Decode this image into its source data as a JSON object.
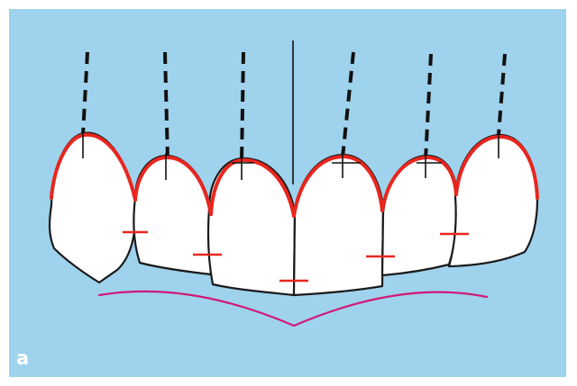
{
  "figure": {
    "panel_label": "a",
    "colors": {
      "background": "#9fd2ec",
      "frame": "#ffffff",
      "tooth_fill": "#ffffff",
      "tooth_outline": "#1a1a1a",
      "gingival_contour": "#e8261e",
      "contact_marks": "#e8261e",
      "smile_line": "#d01a78",
      "axis_lines": "#111111"
    },
    "teeth": [
      {
        "name": "upper-right-canine"
      },
      {
        "name": "upper-right-lateral-incisor"
      },
      {
        "name": "upper-right-central-incisor"
      },
      {
        "name": "upper-left-central-incisor"
      },
      {
        "name": "upper-left-lateral-incisor"
      },
      {
        "name": "upper-left-canine"
      }
    ]
  }
}
